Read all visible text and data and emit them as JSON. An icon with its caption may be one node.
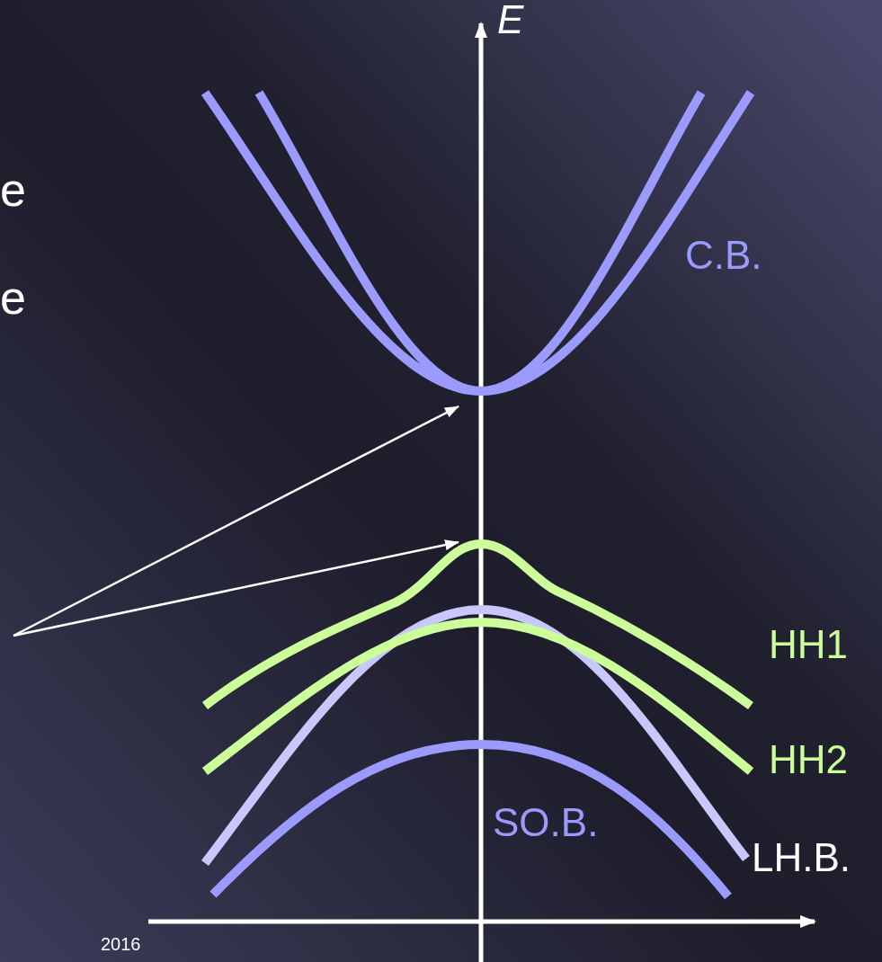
{
  "diagram": {
    "nodes": [
      {
        "text": [],
        "shape": "picture"
      },
      {
        "text": [],
        "shape": "picture",
        "beside": [
          "HH1"
        ]
      }
    ],
    "edges": [
      {
        "from": null,
        "to": 0,
        "arrow": "to"
      },
      {
        "from": null,
        "to": 1,
        "arrow": "to"
      }
    ],
    "labels": [
      "e",
      "e",
      "E",
      "C.B.",
      "HH2",
      "SO.B.",
      "LH.B.",
      "2016"
    ]
  }
}
